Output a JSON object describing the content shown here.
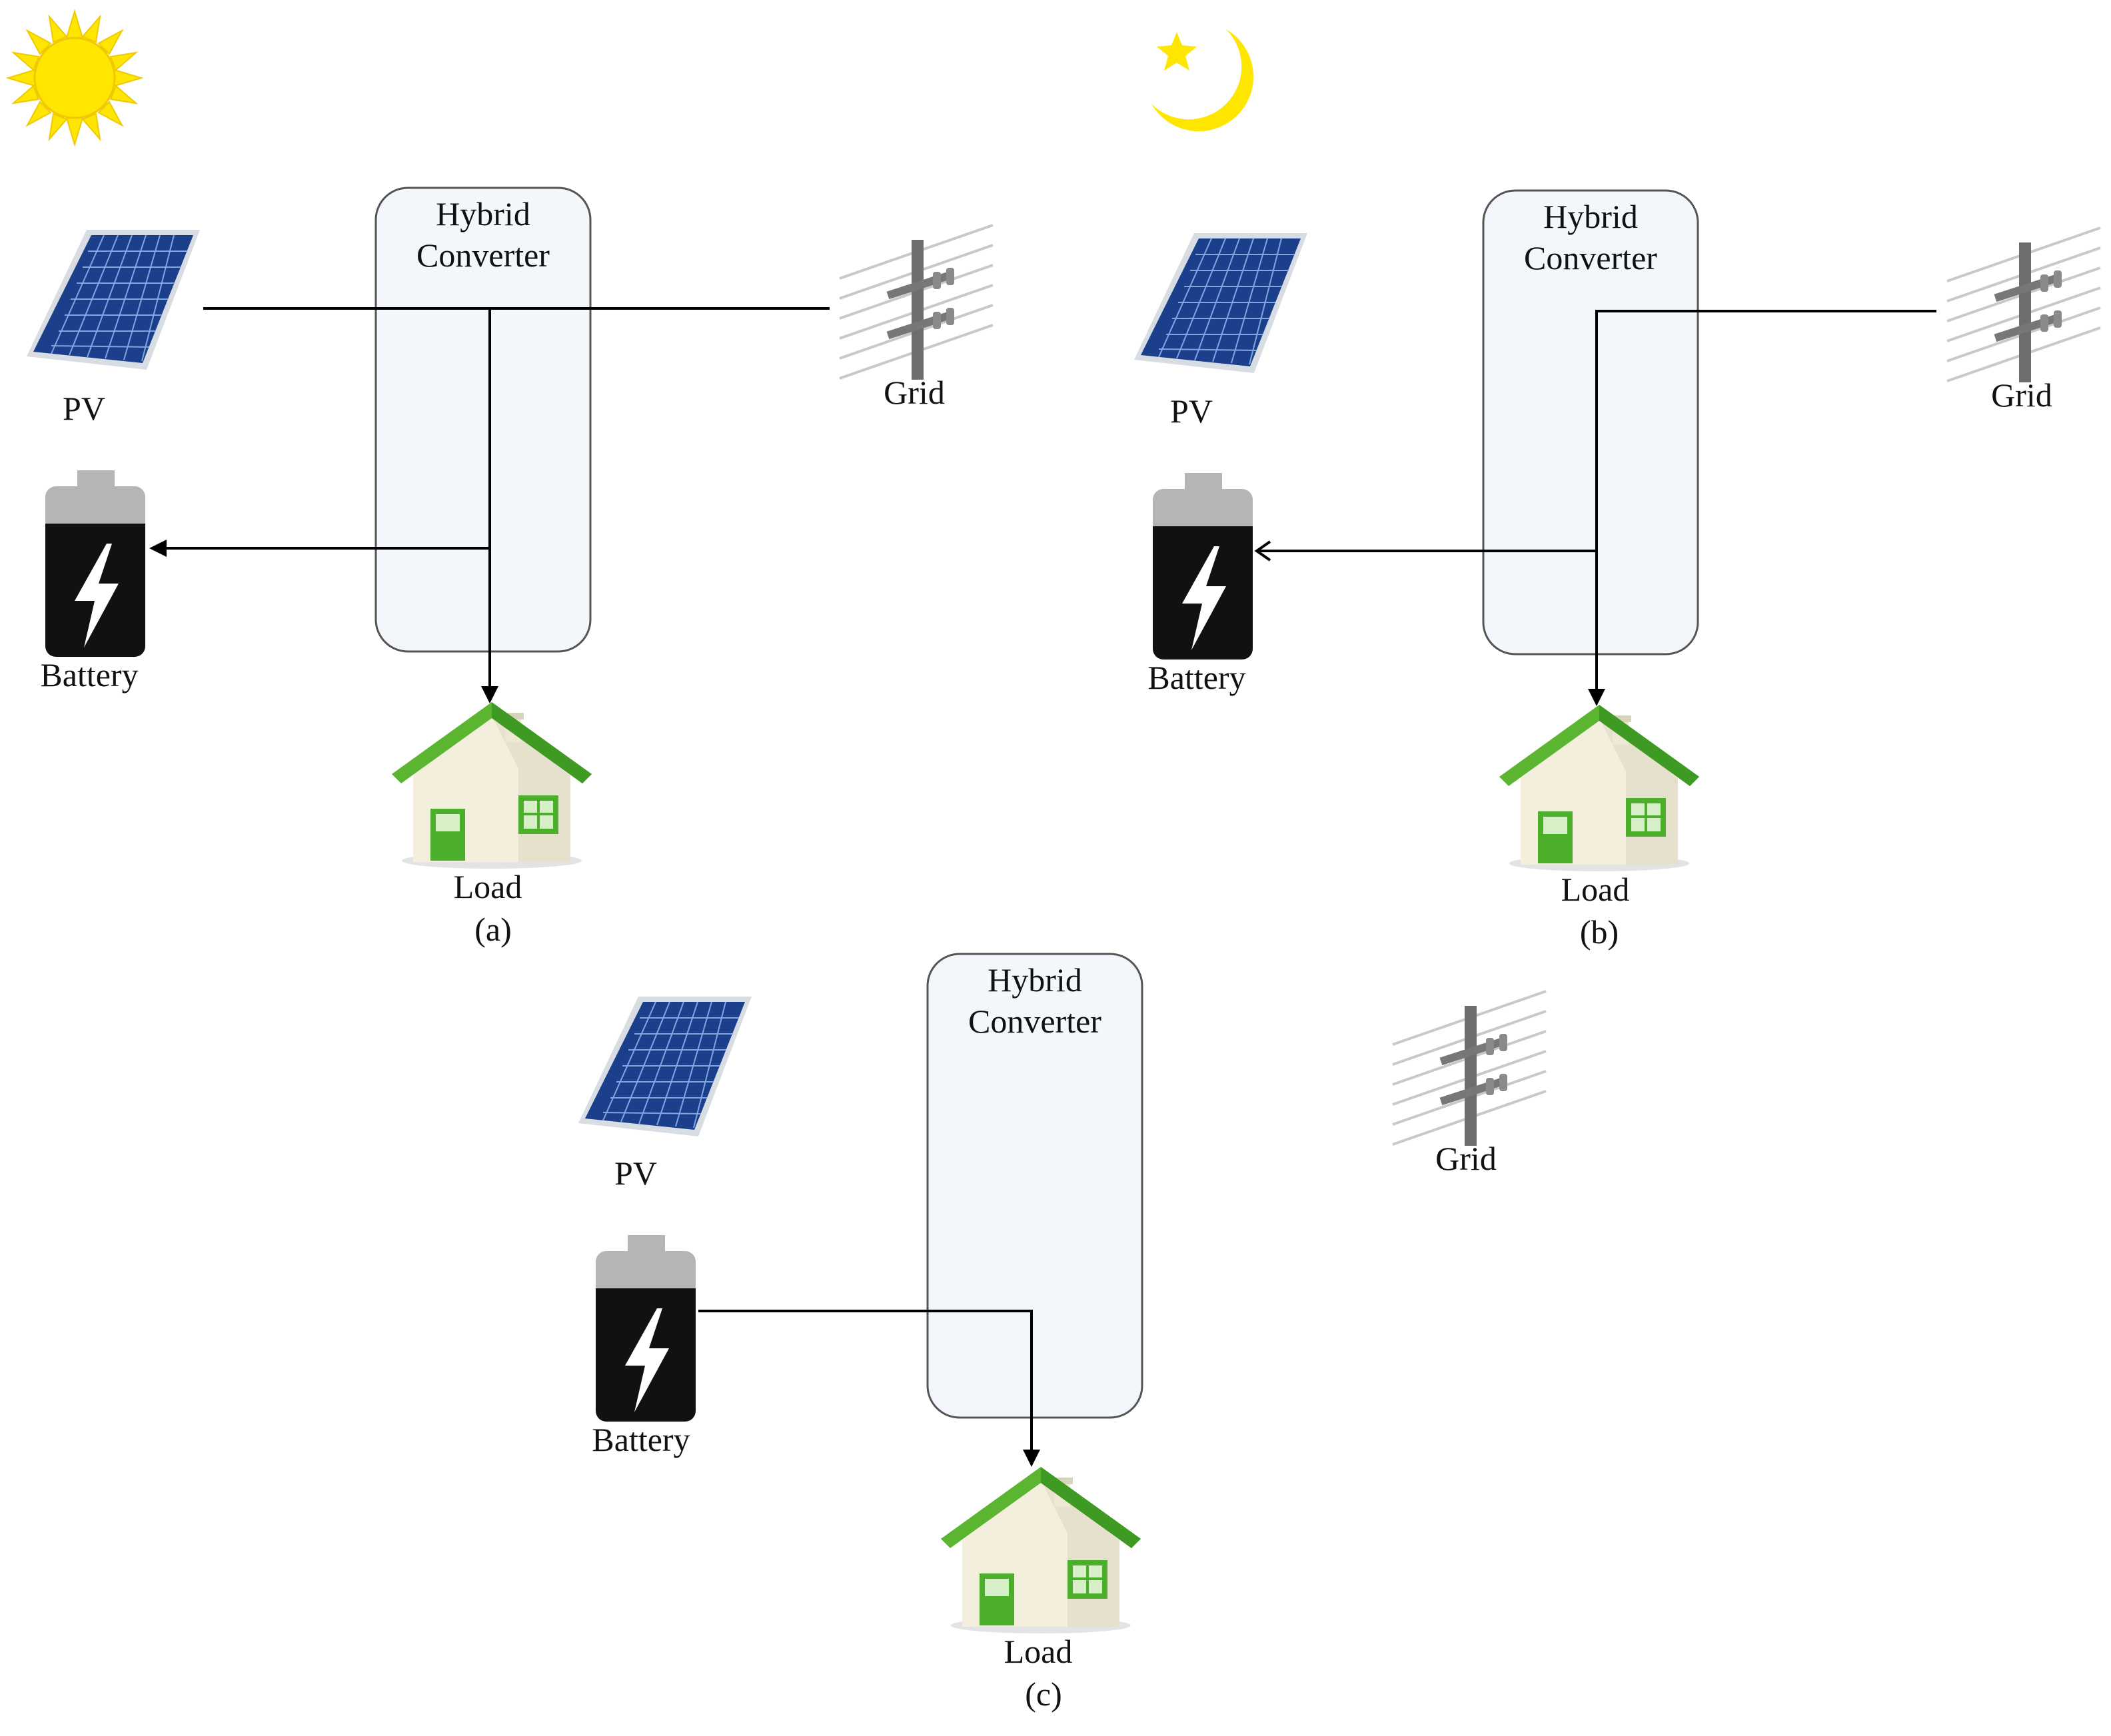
{
  "labels": {
    "converter_line1": "Hybrid",
    "converter_line2": "Converter",
    "pv": "PV",
    "grid": "Grid",
    "battery": "Battery",
    "load": "Load"
  },
  "panels": [
    {
      "caption": "(a)",
      "sky_icon": "sun-icon",
      "flows": [
        "pv-to-battery",
        "pv-to-load",
        "pv-to-grid"
      ]
    },
    {
      "caption": "(b)",
      "sky_icon": "moon-star-icon",
      "flows": [
        "grid-to-battery",
        "grid-to-load"
      ]
    },
    {
      "caption": "(c)",
      "sky_icon": "",
      "flows": [
        "battery-to-load"
      ]
    }
  ],
  "colors": {
    "converter_fill": "#f3f7fb",
    "converter_stroke": "#555555",
    "wire": "#000000",
    "sun": "#ffe600",
    "moon": "#ffe600",
    "house_roof": "#5cb531",
    "battery_body": "#111111",
    "battery_cap": "#b5b5b5",
    "pv_cell": "#1c3f8c"
  },
  "icons": [
    "sun-icon",
    "moon-star-icon",
    "pv-panel-icon",
    "grid-pole-icon",
    "battery-icon",
    "house-icon"
  ]
}
